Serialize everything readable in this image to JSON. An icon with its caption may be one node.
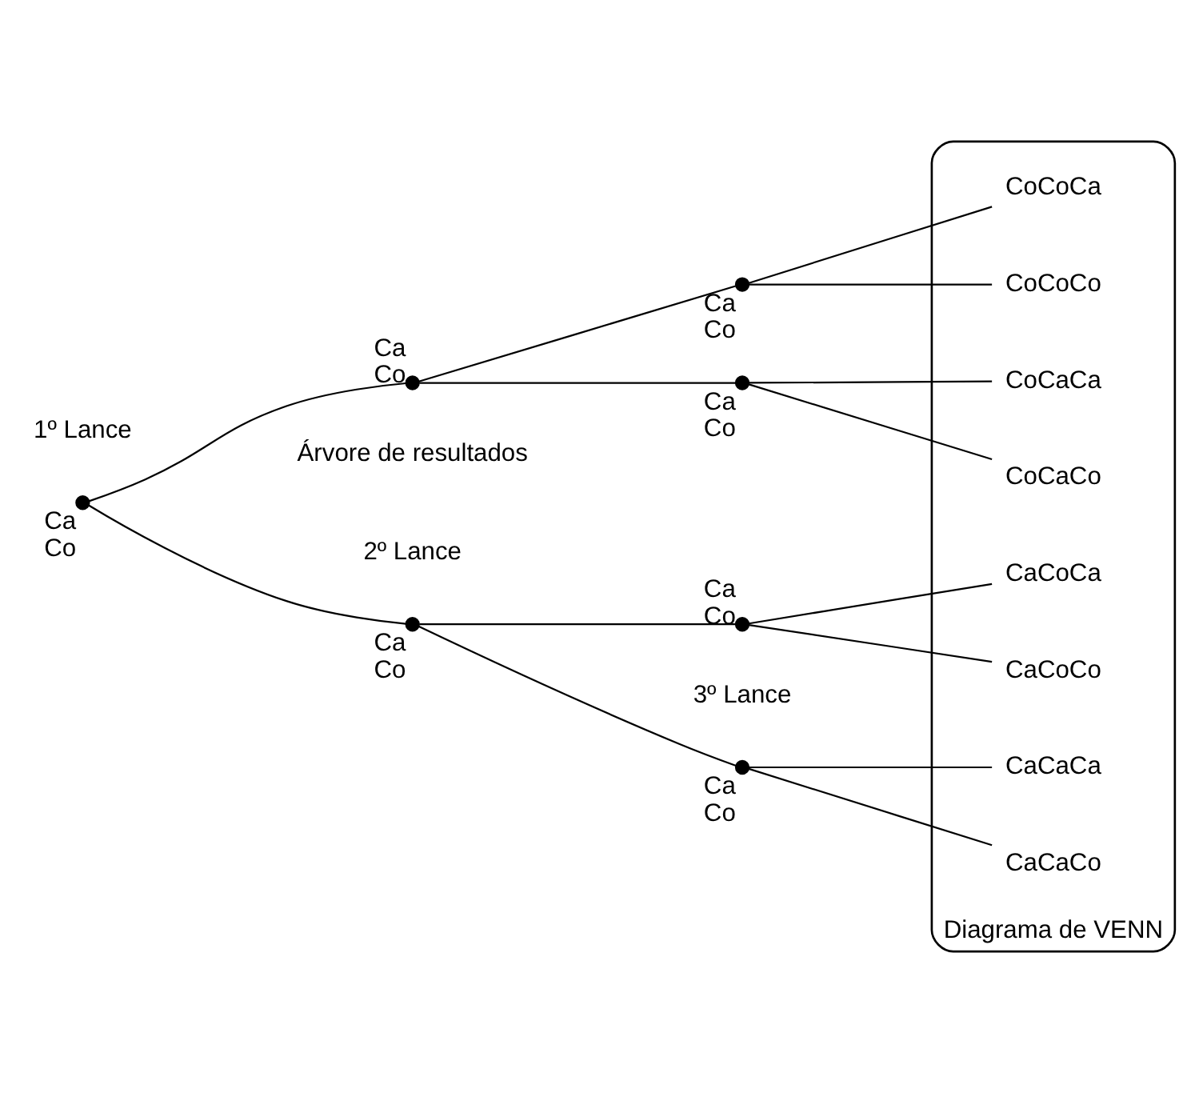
{
  "diagram": {
    "nodes": [
      {
        "text": [],
        "shape": "circle",
        "beside": [
          "Ca",
          "Co"
        ]
      },
      {
        "text": [],
        "shape": "circle",
        "beside": [
          "Ca",
          "Co"
        ]
      },
      {
        "text": [],
        "shape": "circle",
        "beside": [
          "Ca",
          "Co"
        ]
      },
      {
        "text": [],
        "shape": "circle",
        "beside": [
          "Ca",
          "Co"
        ]
      },
      {
        "text": [],
        "shape": "circle",
        "beside": [
          "Ca",
          "Co"
        ]
      },
      {
        "text": [],
        "shape": "circle",
        "beside": [
          "Ca",
          "Co"
        ]
      },
      {
        "text": [],
        "shape": "circle",
        "beside": [
          "Ca",
          "Co"
        ]
      },
      {
        "text": [
          "Diagrama de VENN"
        ]
      },
      {
        "text": [
          "CaCaCa"
        ],
        "in": 7
      },
      {
        "text": [
          "CaCaCo"
        ],
        "in": 7
      },
      {
        "text": [
          "CaCoCa"
        ],
        "in": 7
      },
      {
        "text": [
          "CaCoCo"
        ],
        "in": 7
      },
      {
        "text": [
          "CoCaCa"
        ],
        "in": 7
      },
      {
        "text": [
          "CoCaCo"
        ],
        "in": 7
      },
      {
        "text": [
          "CoCoCa"
        ],
        "in": 7
      },
      {
        "text": [
          "CoCoCo"
        ],
        "in": 7
      }
    ],
    "edges": [
      {
        "from": 0,
        "to": 1,
        "arrow": "none"
      },
      {
        "from": 0,
        "to": 2,
        "arrow": "none"
      },
      {
        "from": 1,
        "to": 3,
        "arrow": "none"
      },
      {
        "from": 1,
        "to": 4,
        "arrow": "none"
      },
      {
        "from": 2,
        "to": 5,
        "arrow": "none"
      },
      {
        "from": 2,
        "to": 6,
        "arrow": "none"
      },
      {
        "from": 3,
        "to": 8,
        "arrow": "none"
      },
      {
        "from": 3,
        "to": 9,
        "arrow": "none"
      },
      {
        "from": 4,
        "to": 10,
        "arrow": "none"
      },
      {
        "from": 4,
        "to": 11,
        "arrow": "none"
      },
      {
        "from": 5,
        "to": 12,
        "arrow": "none"
      },
      {
        "from": 5,
        "to": 13,
        "arrow": "none"
      },
      {
        "from": 6,
        "to": 14,
        "arrow": "none"
      },
      {
        "from": 6,
        "to": 15,
        "arrow": "none"
      }
    ],
    "labels": [
      "1º Lance",
      "2º Lance",
      "3º Lance",
      "Árvore de resultados"
    ]
  }
}
